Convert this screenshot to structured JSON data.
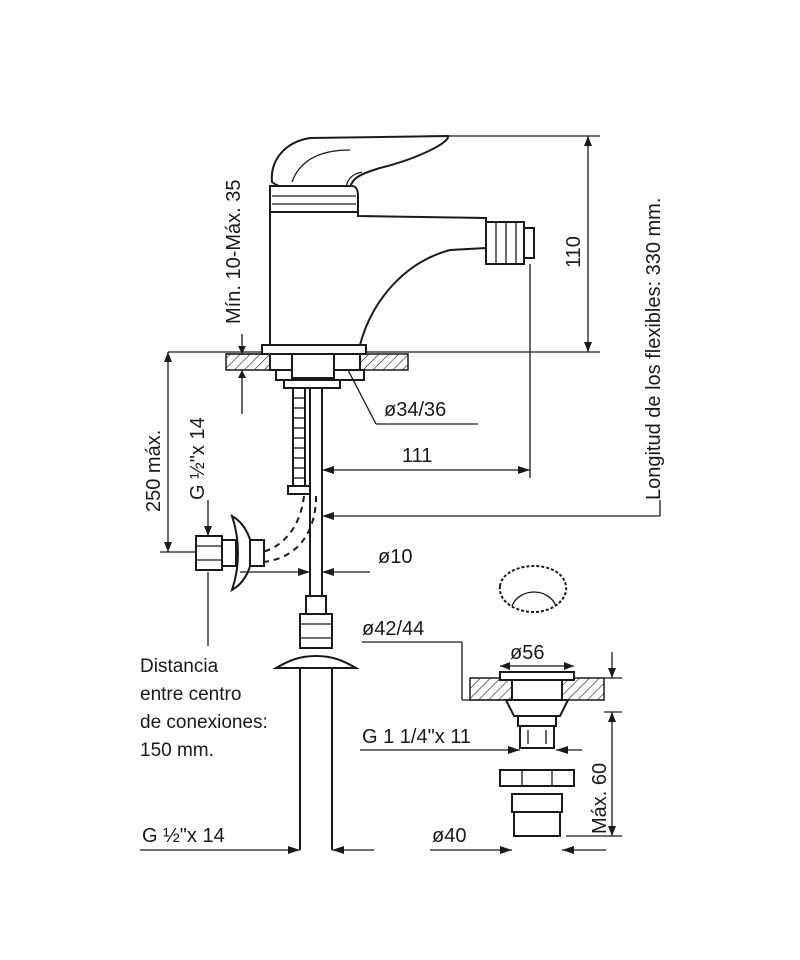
{
  "labels": {
    "min_max": "Mín. 10-Máx. 35",
    "height_110": "110",
    "flex_length": "Longitud de los flexibles: 330 mm.",
    "max_250": "250 máx.",
    "thread_g12_side": "G ½\"x 14",
    "dia_34_36": "ø34/36",
    "dim_111": "111",
    "dia_10": "ø10",
    "dia_42_44": "ø42/44",
    "dia_56": "ø56",
    "thread_g114": "G 1 1/4\"x 11",
    "max_60": "Máx. 60",
    "thread_g12_bottom": "G ½\"x 14",
    "dia_40": "ø40"
  },
  "note_lines": [
    "Distancia",
    "entre centro",
    "de conexiones:",
    "150 mm."
  ],
  "colors": {
    "ink": "#1a1a1a",
    "paper": "#ffffff"
  }
}
